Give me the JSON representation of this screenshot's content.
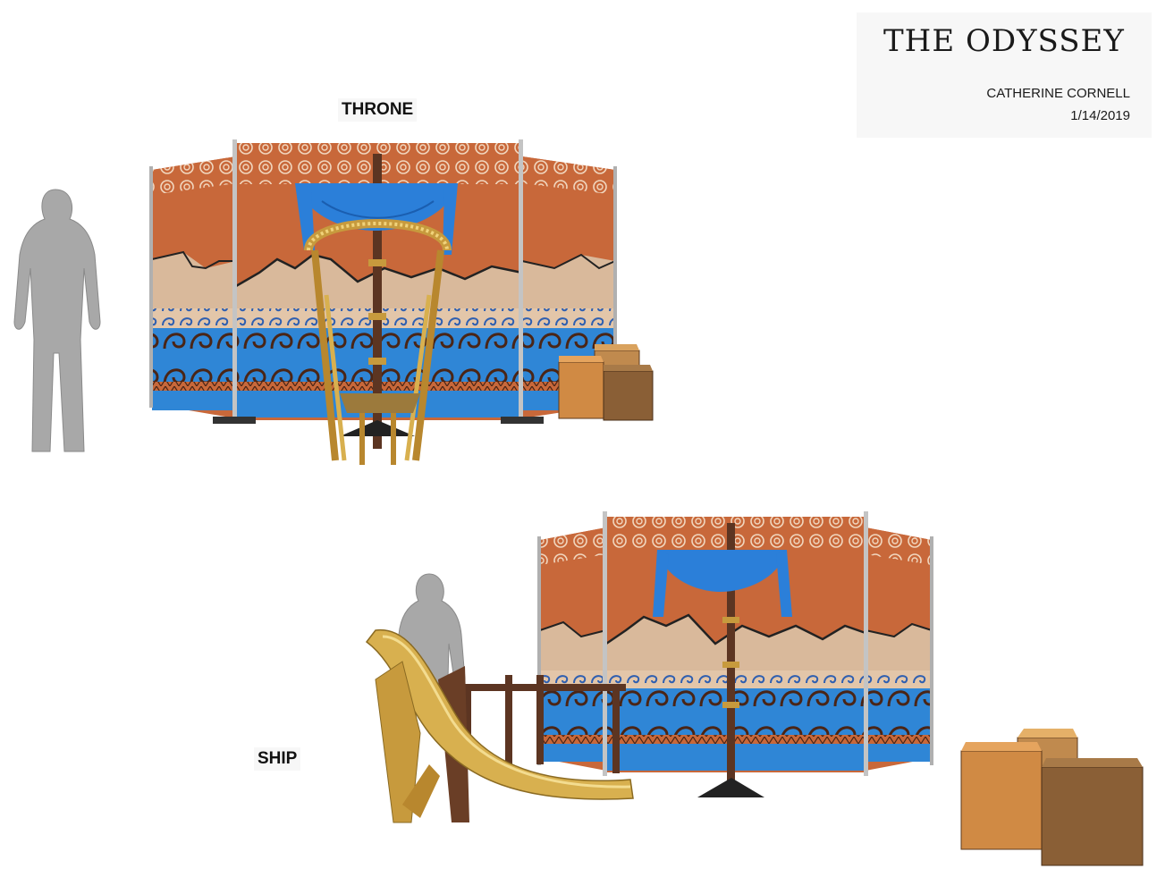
{
  "title_block": {
    "title": "THE ODYSSEY",
    "designer": "CATHERINE CORNELL",
    "date": "1/14/2019"
  },
  "scenes": {
    "throne_label": "THRONE",
    "ship_label": "SHIP"
  },
  "colors": {
    "panel_orange": "#c8683a",
    "panel_tan": "#d9b99b",
    "wave_blue": "#2f86d6",
    "drape_blue": "#2b7fd9",
    "pole_brown": "#5c3522",
    "gold": "#d8b04f",
    "figure_gray": "#a8a8a8",
    "crate_tan": "#c98a44",
    "crate_brown": "#8a5f36"
  }
}
